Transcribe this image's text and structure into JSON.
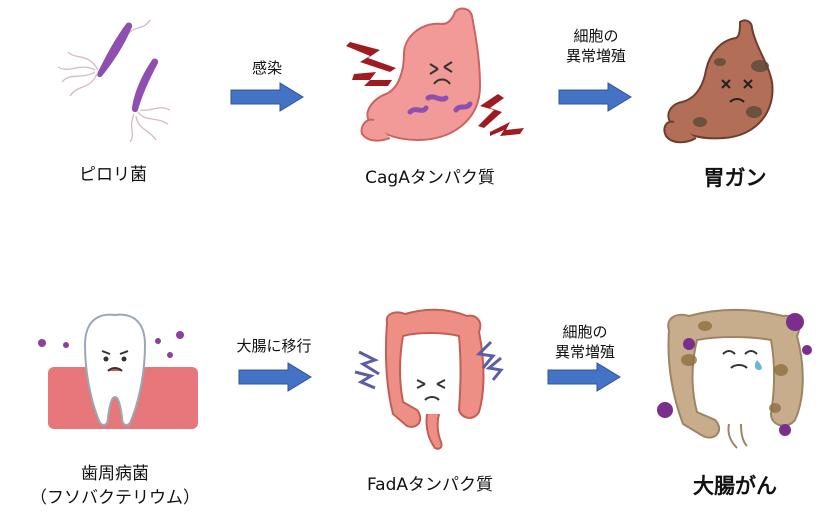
{
  "colors": {
    "arrow_fill": "#4472c4",
    "arrow_stroke": "#2f5597",
    "bacteria": "#8e4fb0",
    "stomach": "#f29a98",
    "lightning": "#9e1b22",
    "cancer_stomach": "#b26e56",
    "gum": "#e8777b",
    "germ": "#8b3f9e",
    "colon": "#ee8f85",
    "colon_sick": "#c7ad8c"
  },
  "row1": {
    "item1_label": "ピロリ菌",
    "arrow1_label": "感染",
    "item2_label": "CagAタンパク質",
    "arrow2_label_line1": "細胞の",
    "arrow2_label_line2": "異常増殖",
    "item3_label": "胃ガン"
  },
  "row2": {
    "item1_label_line1": "歯周病菌",
    "item1_label_line2": "（フソバクテリウム）",
    "arrow1_label": "大腸に移行",
    "item2_label": "FadAタンパク質",
    "arrow2_label_line1": "細胞の",
    "arrow2_label_line2": "異常増殖",
    "item3_label": "大腸がん"
  },
  "icons": {
    "row1": [
      "helicobacter-pylori-icon",
      "stomach-in-pain-icon",
      "stomach-cancer-icon"
    ],
    "row2": [
      "tooth-with-gum-disease-icon",
      "large-intestine-in-pain-icon",
      "colon-cancer-icon"
    ]
  }
}
